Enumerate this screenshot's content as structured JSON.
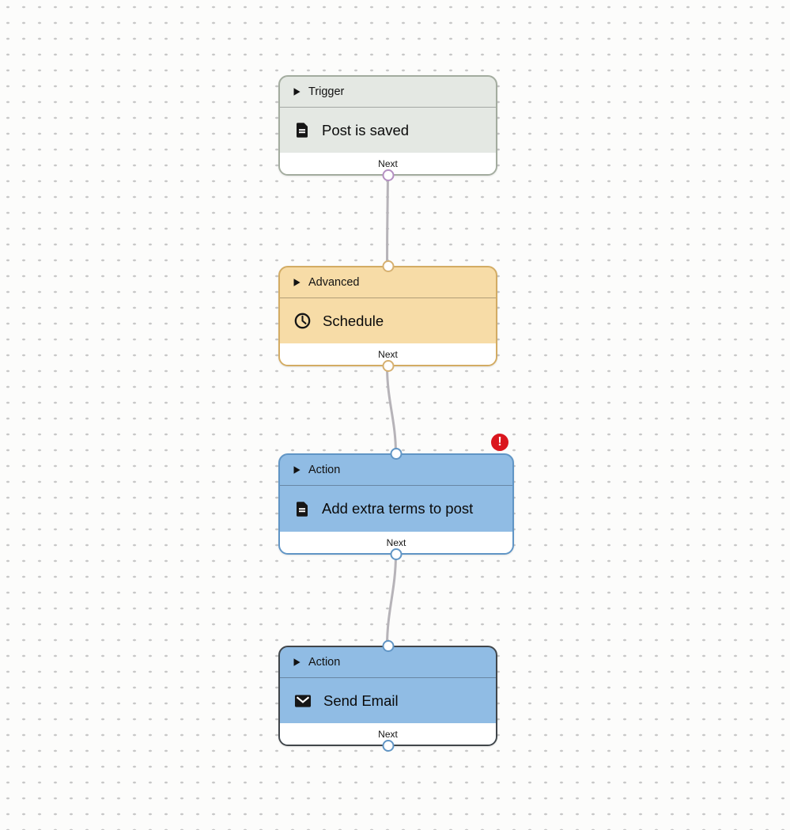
{
  "canvas": {
    "background_color": "#fcfcfb",
    "dot_color": "#c7c7c7",
    "edge_color": "#b6b3b8"
  },
  "nodes": [
    {
      "category": "Trigger",
      "title": "Post is saved",
      "icon": "document-icon",
      "footer_label": "Next",
      "accent_color": "#e4e8e3",
      "border_color": "#a3ac9f",
      "port_color": "#b48fc2",
      "selected": false,
      "has_error": false
    },
    {
      "category": "Advanced",
      "title": "Schedule",
      "icon": "clock-icon",
      "footer_label": "Next",
      "accent_color": "#f7dca7",
      "border_color": "#d3ac64",
      "port_color": "#d6b070",
      "selected": false,
      "has_error": false
    },
    {
      "category": "Action",
      "title": "Add extra terms to post",
      "icon": "document-icon",
      "footer_label": "Next",
      "accent_color": "#90bce4",
      "border_color": "#6095c5",
      "port_color": "#6095c5",
      "selected": false,
      "has_error": true
    },
    {
      "category": "Action",
      "title": "Send Email",
      "icon": "envelope-icon",
      "footer_label": "Next",
      "accent_color": "#90bce4",
      "border_color": "#41464a",
      "port_color": "#6095c5",
      "selected": true,
      "has_error": false
    }
  ],
  "edges": [
    {
      "from": "Post is saved",
      "to": "Schedule"
    },
    {
      "from": "Schedule",
      "to": "Add extra terms to post"
    },
    {
      "from": "Add extra terms to post",
      "to": "Send Email"
    }
  ],
  "error_badge": {
    "symbol": "!",
    "color": "#da161e"
  }
}
